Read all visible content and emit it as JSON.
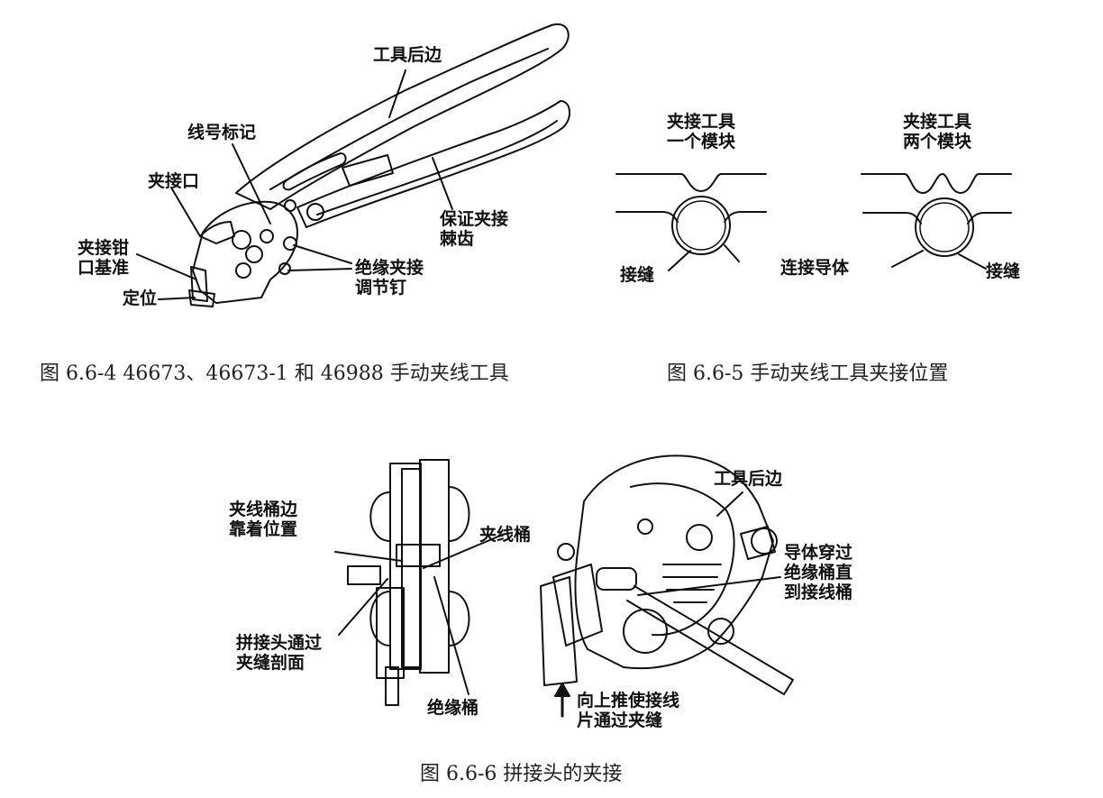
{
  "figure4": {
    "labels": {
      "rear_edge": "工具后边",
      "wire_mark": "线号标记",
      "crimp_jaw": "夹接口",
      "jaw_datum_line1": "夹接钳",
      "jaw_datum_line2": "口基准",
      "locating": "定位",
      "ratchet_line1": "保证夹接",
      "ratchet_line2": "棘齿",
      "insul_adj_line1": "绝缘夹接",
      "insul_adj_line2": "调节钉"
    },
    "caption": "图 6.6-4 46673、46673-1 和 46988 手动夹线工具"
  },
  "figure5": {
    "one_die_line1": "夹接工具",
    "one_die_line2": "一个模块",
    "two_die_line1": "夹接工具",
    "two_die_line2": "两个模块",
    "seam_left": "接缝",
    "conductor": "连接导体",
    "seam_right": "接缝",
    "caption": "图 6.6-5 手动夹线工具夹接位置"
  },
  "figure6": {
    "barrel_edge_line1": "夹线桶边",
    "barrel_edge_line2": "靠着位置",
    "crimp_barrel": "夹线桶",
    "splice_line1": "拼接头通过",
    "splice_line2": "夹缝剖面",
    "insul_barrel": "绝缘桶",
    "rear_edge": "工具后边",
    "conductor_line1": "导体穿过",
    "conductor_line2": "绝缘桶直",
    "conductor_line3": "到接线桶",
    "push_line1": "向上推使接线",
    "push_line2": "片通过夹缝",
    "caption": "图 6.6-6 拼接头的夹接"
  }
}
